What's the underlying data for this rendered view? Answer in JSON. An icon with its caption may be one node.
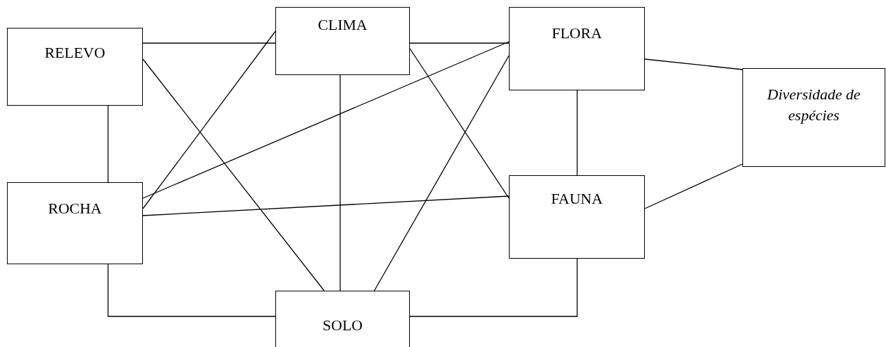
{
  "diagram": {
    "nodes": [
      {
        "text": [
          "RELEVO"
        ]
      },
      {
        "text": [
          "CLIMA"
        ]
      },
      {
        "text": [
          "FLORA"
        ]
      },
      {
        "text": [
          "Diversidade de espécies"
        ]
      },
      {
        "text": [
          "ROCHA"
        ]
      },
      {
        "text": [
          "FAUNA"
        ]
      },
      {
        "text": [
          "SOLO"
        ]
      }
    ],
    "edges": [
      {
        "from": 0,
        "to": 1,
        "arrow": "none"
      },
      {
        "from": 1,
        "to": 2,
        "arrow": "none"
      },
      {
        "from": 0,
        "to": 4,
        "arrow": "none"
      },
      {
        "from": 0,
        "to": 6,
        "arrow": "none"
      },
      {
        "from": 1,
        "to": 4,
        "arrow": "none"
      },
      {
        "from": 1,
        "to": 6,
        "arrow": "none"
      },
      {
        "from": 1,
        "to": 5,
        "arrow": "none"
      },
      {
        "from": 2,
        "to": 4,
        "arrow": "none"
      },
      {
        "from": 2,
        "to": 6,
        "arrow": "none"
      },
      {
        "from": 2,
        "to": 5,
        "arrow": "none"
      },
      {
        "from": 2,
        "to": 3,
        "arrow": "none"
      },
      {
        "from": 5,
        "to": 3,
        "arrow": "none"
      },
      {
        "from": 4,
        "to": 5,
        "arrow": "none"
      },
      {
        "from": 4,
        "to": 6,
        "arrow": "none"
      },
      {
        "from": 5,
        "to": 6,
        "arrow": "none"
      }
    ]
  }
}
